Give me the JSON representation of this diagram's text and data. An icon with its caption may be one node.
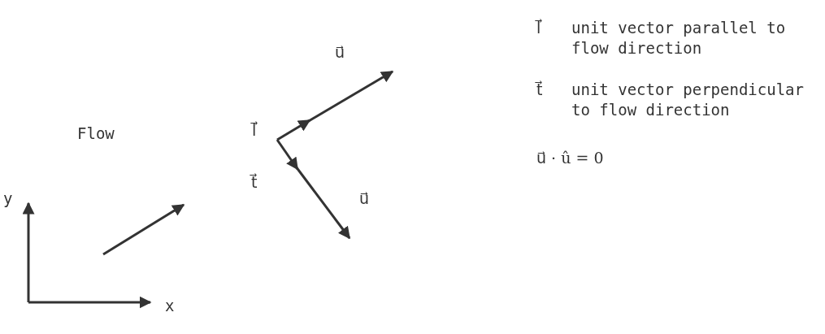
{
  "diagram": {
    "labels": [
      "u⃗",
      "l⃗",
      "t⃗",
      "u⃗",
      "l⃗",
      "unit vector parallel to flow direction",
      "t⃗",
      "unit vector perpendicular to flow direction",
      "u⃗ · û = 0",
      "Flow",
      "y",
      "x"
    ]
  }
}
